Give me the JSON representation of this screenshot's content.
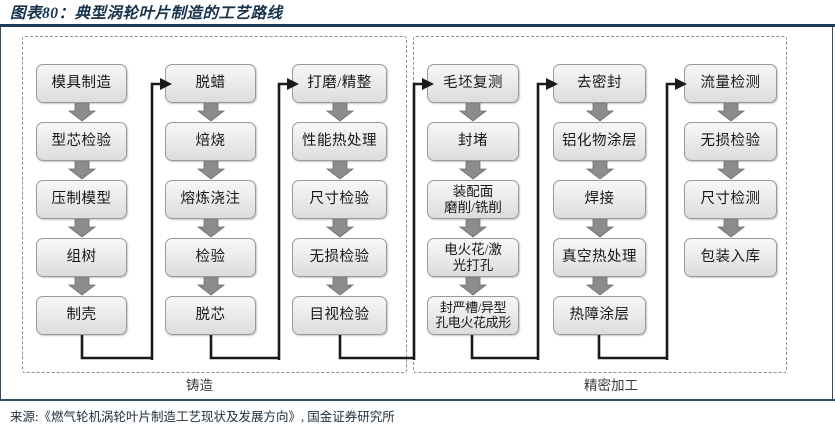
{
  "title": "图表80：典型涡轮叶片制造的工艺路线",
  "source": "来源:《燃气轮机涡轮叶片制造工艺现状及发展方向》, 国金证券研究所",
  "groups": [
    {
      "id": "casting",
      "label": "铸造"
    },
    {
      "id": "machining",
      "label": "精密加工"
    }
  ],
  "colors": {
    "title": "#17334d",
    "rule": "#1d3b56",
    "node_border": "#9a9a9a",
    "node_fill_top": "#f7f7f7",
    "node_fill_bottom": "#dcdcdc",
    "arrow_fill": "#8c8c8c",
    "arrow_shade": "#6f6f6f",
    "connector": "#1a1a1a",
    "group_dash": "#8d8d8d"
  },
  "chart_data": {
    "type": "diagram",
    "title": "典型涡轮叶片制造的工艺路线",
    "groups": [
      "铸造",
      "精密加工"
    ],
    "columns": [
      {
        "group": "铸造",
        "index": 1,
        "steps": [
          "模具制造",
          "型芯检验",
          "压制模型",
          "组树",
          "制壳"
        ]
      },
      {
        "group": "铸造",
        "index": 2,
        "steps": [
          "脱蜡",
          "焙烧",
          "熔炼浇注",
          "检验",
          "脱芯"
        ]
      },
      {
        "group": "铸造",
        "index": 3,
        "steps": [
          "打磨/精整",
          "性能热处理",
          "尺寸检验",
          "无损检验",
          "目视检验"
        ]
      },
      {
        "group": "精密加工",
        "index": 4,
        "steps": [
          "毛坯复测",
          "封堵",
          "装配面\n磨削/铣削",
          "电火花/激\n光打孔",
          "封严槽/异型\n孔电火花成形"
        ]
      },
      {
        "group": "精密加工",
        "index": 5,
        "steps": [
          "去密封",
          "铝化物涂层",
          "焊接",
          "真空热处理",
          "热障涂层"
        ]
      },
      {
        "group": "精密加工",
        "index": 6,
        "steps": [
          "流量检测",
          "无损检验",
          "尺寸检测",
          "包装入库"
        ]
      }
    ]
  },
  "nodes": {
    "c1": {
      "s1": "模具制造",
      "s2": "型芯检验",
      "s3": "压制模型",
      "s4": "组树",
      "s5": "制壳"
    },
    "c2": {
      "s1": "脱蜡",
      "s2": "焙烧",
      "s3": "熔炼浇注",
      "s4": "检验",
      "s5": "脱芯"
    },
    "c3": {
      "s1": "打磨/精整",
      "s2": "性能热处理",
      "s3": "尺寸检验",
      "s4": "无损检验",
      "s5": "目视检验"
    },
    "c4": {
      "s1": "毛坯复测",
      "s2": "封堵",
      "s3a": "装配面",
      "s3b": "磨削/铣削",
      "s4a": "电火花/激",
      "s4b": "光打孔",
      "s5a": "封严槽/异型",
      "s5b": "孔电火花成形"
    },
    "c5": {
      "s1": "去密封",
      "s2": "铝化物涂层",
      "s3": "焊接",
      "s4": "真空热处理",
      "s5": "热障涂层"
    },
    "c6": {
      "s1": "流量检测",
      "s2": "无损检验",
      "s3": "尺寸检测",
      "s4": "包装入库"
    }
  }
}
